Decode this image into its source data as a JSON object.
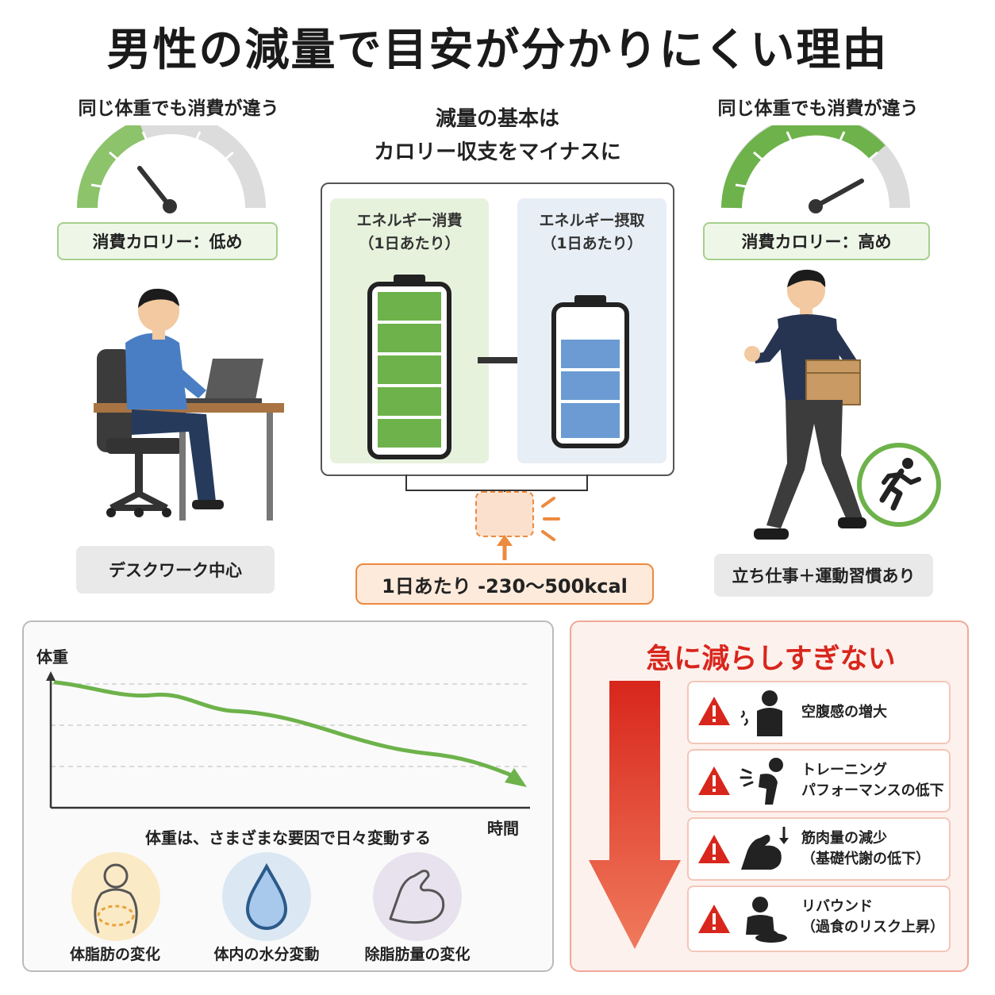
{
  "title": "男性の減量で目安が分かりにくい理由",
  "left": {
    "heading": "同じ体重でも消費が違う",
    "badge": "消費カロリー：低め",
    "caption": "デスクワーク中心"
  },
  "right": {
    "heading": "同じ体重でも消費が違う",
    "badge": "消費カロリー：高め",
    "caption": "立ち仕事＋運動習慣あり"
  },
  "center": {
    "heading_line1": "減量の基本は",
    "heading_line2": "カロリー収支をマイナスに",
    "expend_label": "エネルギー消費",
    "expend_sub": "（1日あたり）",
    "intake_label": "エネルギー摂取",
    "intake_sub": "（1日あたり）",
    "result": "1日あたり -230〜500kcal"
  },
  "weight_chart": {
    "ylabel": "体重",
    "xlabel": "時間",
    "caption": "体重は、さまざまな要因で日々変動する",
    "factors": [
      {
        "label": "体脂肪の変化",
        "icon": "body-fat-icon"
      },
      {
        "label": "体内の水分変動",
        "icon": "water-drop-icon"
      },
      {
        "label": "除脂肪量の変化",
        "icon": "muscle-arm-icon"
      }
    ]
  },
  "warning": {
    "title": "急に減らしすぎない",
    "items": [
      {
        "line1": "空腹感の増大",
        "line2": "",
        "icon": "hungry-person-icon"
      },
      {
        "line1": "トレーニング",
        "line2": "パフォーマンスの低下",
        "icon": "tired-person-icon"
      },
      {
        "line1": "筋肉量の減少",
        "line2": "（基礎代謝の低下）",
        "icon": "muscle-decrease-icon"
      },
      {
        "line1": "リバウンド",
        "line2": "（過食のリスク上昇）",
        "icon": "overeating-icon"
      }
    ]
  },
  "colors": {
    "green": "#6db24a",
    "blue": "#6b9bd2",
    "orange": "#ec8a3f",
    "red": "#d8261c"
  }
}
